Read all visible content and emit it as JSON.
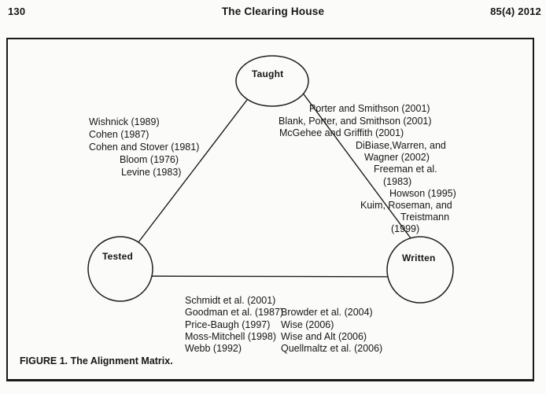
{
  "header": {
    "page_number": "130",
    "journal_title": "The Clearing House",
    "issue": "85(4) 2012"
  },
  "figure": {
    "caption": "FIGURE 1. The Alignment Matrix.",
    "nodes": {
      "top": "Taught",
      "bottom_left": "Tested",
      "bottom_right": "Written"
    },
    "citations": {
      "taught_tested": [
        "Wishnick (1989)",
        "Cohen (1987)",
        "Cohen and Stover (1981)",
        "Bloom (1976)",
        "Levine (1983)"
      ],
      "taught_written": [
        "Porter and Smithson (2001)",
        "Blank, Porter, and Smithson (2001)",
        "McGehee and Griffith (2001)",
        "DiBiase,Warren, and",
        "Wagner (2002)",
        "Freeman et al.",
        "(1983)",
        "Howson (1995)",
        "Kuim, Roseman, and",
        "Treistmann",
        "(1999)"
      ],
      "tested_written_left": [
        "Schmidt et al. (2001)",
        "Goodman et al. (1987)",
        "Price-Baugh (1997)",
        "Moss-Mitchell (1998)",
        "Webb (1992)"
      ],
      "tested_written_right": [
        "Browder et al. (2004)",
        "Wise (2006)",
        "Wise and Alt (2006)",
        "Quellmaltz et al. (2006)"
      ]
    }
  },
  "colors": {
    "ink": "#1a1a1a",
    "paper": "#fbfbf9"
  }
}
